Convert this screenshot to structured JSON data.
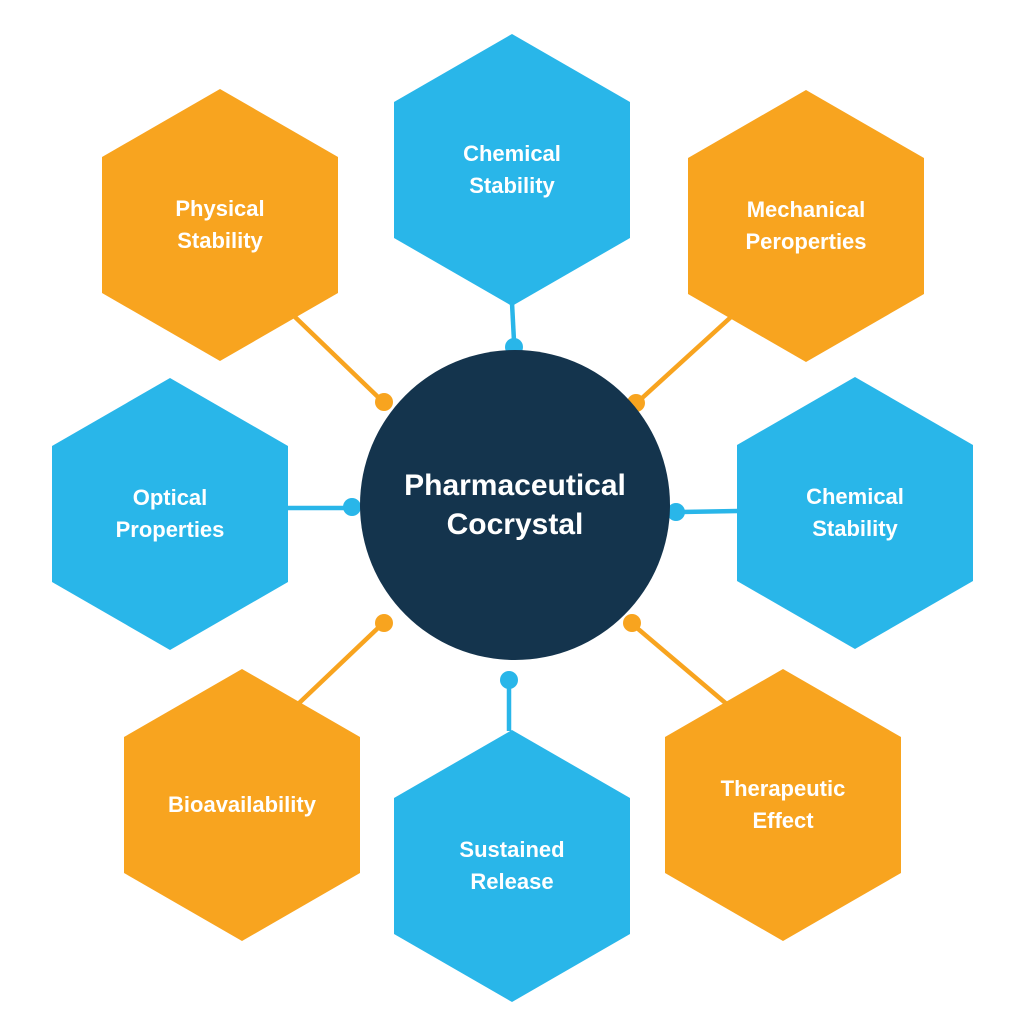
{
  "title": "Pharmaceutical Cocrystal",
  "colors": {
    "blue": "#29B6E9",
    "orange": "#F8A41F",
    "navy": "#14344D",
    "background": "#FFFFFF",
    "label": "#FFFFFF"
  },
  "hexagons": [
    {
      "label": "Chemical Stability",
      "color": "blue",
      "position": "top"
    },
    {
      "label": "Mechanical Peroperties",
      "color": "orange",
      "position": "top-right"
    },
    {
      "label": "Chemical Stability",
      "color": "blue",
      "position": "right"
    },
    {
      "label": "Therapeutic Effect",
      "color": "orange",
      "position": "bottom-right"
    },
    {
      "label": "Sustained Release",
      "color": "blue",
      "position": "bottom"
    },
    {
      "label": "Bioavailability",
      "color": "orange",
      "position": "bottom-left"
    },
    {
      "label": "Optical Properties",
      "color": "blue",
      "position": "left"
    },
    {
      "label": "Physical Stability",
      "color": "orange",
      "position": "top-left"
    }
  ]
}
